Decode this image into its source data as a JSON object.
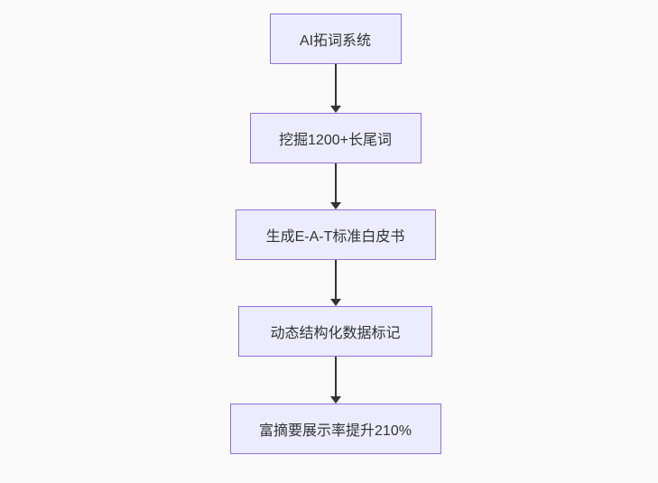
{
  "diagram": {
    "type": "flowchart-vertical",
    "colors": {
      "background": "#fafafa",
      "node_fill": "#ececff",
      "node_border": "#9370db",
      "arrow": "#333333",
      "text": "#333333"
    },
    "nodes": [
      {
        "label": "AI拓词系统"
      },
      {
        "label": "挖掘1200+长尾词"
      },
      {
        "label": "生成E-A-T标准白皮书"
      },
      {
        "label": "动态结构化数据标记"
      },
      {
        "label": "富摘要展示率提升210%"
      }
    ],
    "edges": [
      {
        "from": 0,
        "to": 1
      },
      {
        "from": 1,
        "to": 2
      },
      {
        "from": 2,
        "to": 3
      },
      {
        "from": 3,
        "to": 4
      }
    ]
  }
}
